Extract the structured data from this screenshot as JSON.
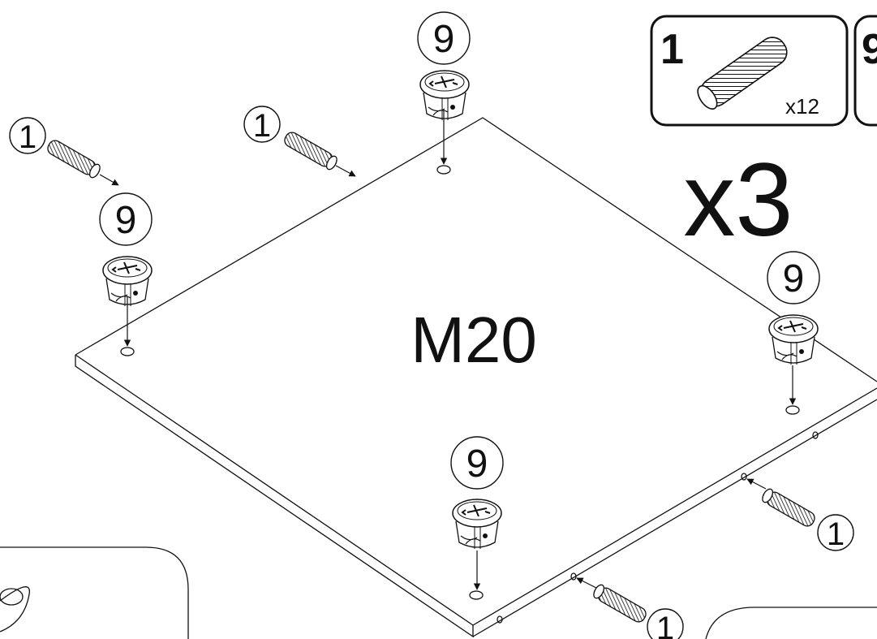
{
  "panel": {
    "label": "M20"
  },
  "multiplier": "x3",
  "parts_box": {
    "part_number": "1",
    "quantity": "x12",
    "next_part_number_partial": "9"
  },
  "callouts": {
    "dowel": "1",
    "cam_lock": "9"
  }
}
